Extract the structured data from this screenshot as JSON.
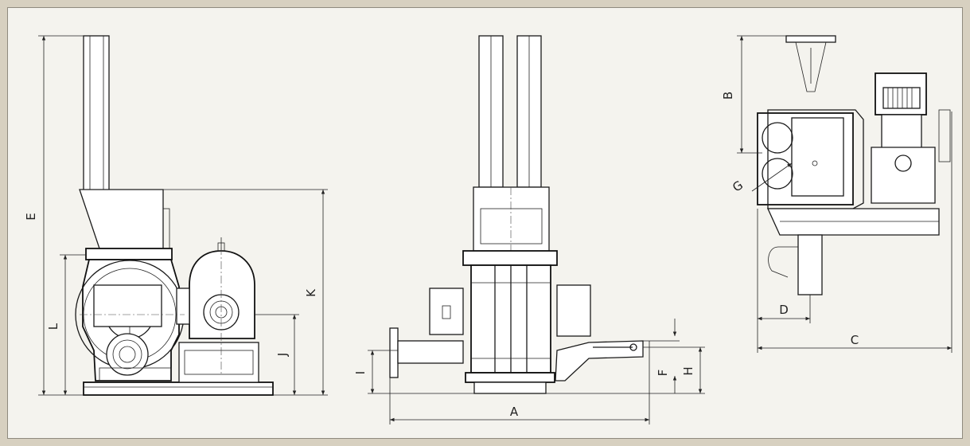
{
  "dimension_labels": {
    "A": "A",
    "B": "B",
    "C": "C",
    "D": "D",
    "E": "E",
    "F": "F",
    "G": "G",
    "H": "H",
    "I": "I",
    "J": "J",
    "K": "K",
    "L": "L"
  }
}
